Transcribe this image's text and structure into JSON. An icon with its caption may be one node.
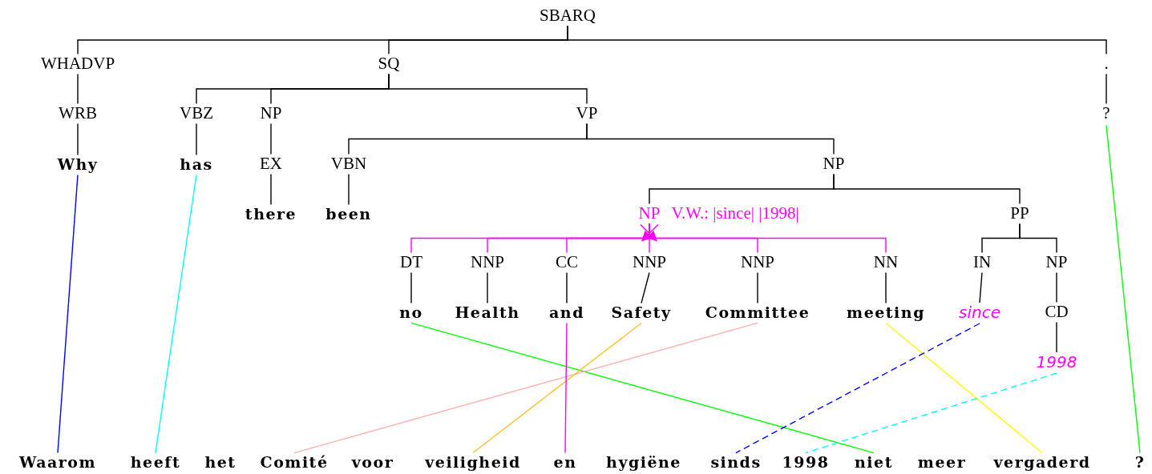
{
  "diagram": {
    "nodes": [
      {
        "text": [
          "SBARQ"
        ]
      },
      {
        "text": [
          "WHADVP"
        ]
      },
      {
        "text": [
          "SQ"
        ]
      },
      {
        "text": [
          "."
        ]
      },
      {
        "text": [
          "WRB"
        ]
      },
      {
        "text": [
          "VBZ"
        ]
      },
      {
        "text": [
          "NP"
        ]
      },
      {
        "text": [
          "VP"
        ]
      },
      {
        "text": [
          "?"
        ]
      },
      {
        "text": [
          "Why"
        ]
      },
      {
        "text": [
          "has"
        ]
      },
      {
        "text": [
          "EX"
        ]
      },
      {
        "text": [
          "VBN"
        ]
      },
      {
        "text": [
          "NP"
        ]
      },
      {
        "text": [
          "there"
        ]
      },
      {
        "text": [
          "been"
        ]
      },
      {
        "text": [
          "NP"
        ],
        "beside": [
          "V.W.: |since| |1998|"
        ]
      },
      {
        "text": [
          "PP"
        ]
      },
      {
        "text": [
          "DT"
        ]
      },
      {
        "text": [
          "NNP"
        ]
      },
      {
        "text": [
          "CC"
        ]
      },
      {
        "text": [
          "NNP"
        ]
      },
      {
        "text": [
          "NNP"
        ]
      },
      {
        "text": [
          "NN"
        ]
      },
      {
        "text": [
          "IN"
        ]
      },
      {
        "text": [
          "NP"
        ]
      },
      {
        "text": [
          "no"
        ]
      },
      {
        "text": [
          "Health"
        ]
      },
      {
        "text": [
          "and"
        ]
      },
      {
        "text": [
          "Safety"
        ]
      },
      {
        "text": [
          "Committee"
        ]
      },
      {
        "text": [
          "meeting"
        ]
      },
      {
        "text": [
          "since"
        ]
      },
      {
        "text": [
          "CD"
        ]
      },
      {
        "text": [
          "1998"
        ]
      },
      {
        "text": [
          "Waarom"
        ]
      },
      {
        "text": [
          "heeft"
        ]
      },
      {
        "text": [
          "het"
        ]
      },
      {
        "text": [
          "Comité"
        ]
      },
      {
        "text": [
          "voor"
        ]
      },
      {
        "text": [
          "veiligheid"
        ]
      },
      {
        "text": [
          "en"
        ]
      },
      {
        "text": [
          "hygiëne"
        ]
      },
      {
        "text": [
          "sinds"
        ]
      },
      {
        "text": [
          "1998"
        ]
      },
      {
        "text": [
          "niet"
        ]
      },
      {
        "text": [
          "meer"
        ]
      },
      {
        "text": [
          "vergaderd"
        ]
      },
      {
        "text": [
          "?"
        ]
      }
    ],
    "edges": [
      {
        "from": 0,
        "to": 1,
        "arrow": "none"
      },
      {
        "from": 0,
        "to": 2,
        "arrow": "none"
      },
      {
        "from": 0,
        "to": 3,
        "arrow": "none"
      },
      {
        "from": 1,
        "to": 4,
        "arrow": "none"
      },
      {
        "from": 2,
        "to": 5,
        "arrow": "none"
      },
      {
        "from": 2,
        "to": 6,
        "arrow": "none"
      },
      {
        "from": 2,
        "to": 7,
        "arrow": "none"
      },
      {
        "from": 3,
        "to": 8,
        "arrow": "none"
      },
      {
        "from": 4,
        "to": 9,
        "arrow": "none"
      },
      {
        "from": 5,
        "to": 10,
        "arrow": "none"
      },
      {
        "from": 6,
        "to": 11,
        "arrow": "none"
      },
      {
        "from": 7,
        "to": 12,
        "arrow": "none"
      },
      {
        "from": 7,
        "to": 13,
        "arrow": "none"
      },
      {
        "from": 11,
        "to": 14,
        "arrow": "none"
      },
      {
        "from": 12,
        "to": 15,
        "arrow": "none"
      },
      {
        "from": 13,
        "to": 16,
        "arrow": "none"
      },
      {
        "from": 13,
        "to": 17,
        "arrow": "none"
      },
      {
        "from": 16,
        "to": 18,
        "arrow": "none",
        "color": "#ff00ff"
      },
      {
        "from": 16,
        "to": 19,
        "arrow": "none",
        "color": "#ff00ff"
      },
      {
        "from": 16,
        "to": 20,
        "arrow": "none",
        "color": "#ff00ff"
      },
      {
        "from": 16,
        "to": 21,
        "arrow": "none",
        "color": "#ff00ff"
      },
      {
        "from": 16,
        "to": 22,
        "arrow": "none",
        "color": "#ff00ff"
      },
      {
        "from": 16,
        "to": 23,
        "arrow": "none",
        "color": "#ff00ff"
      },
      {
        "from": 17,
        "to": 24,
        "arrow": "none"
      },
      {
        "from": 17,
        "to": 25,
        "arrow": "none"
      },
      {
        "from": 18,
        "to": 26,
        "arrow": "none"
      },
      {
        "from": 19,
        "to": 27,
        "arrow": "none"
      },
      {
        "from": 20,
        "to": 28,
        "arrow": "none"
      },
      {
        "from": 21,
        "to": 29,
        "arrow": "none"
      },
      {
        "from": 22,
        "to": 30,
        "arrow": "none"
      },
      {
        "from": 23,
        "to": 31,
        "arrow": "none"
      },
      {
        "from": 24,
        "to": 32,
        "arrow": "none"
      },
      {
        "from": 25,
        "to": 33,
        "arrow": "none"
      },
      {
        "from": 33,
        "to": 34,
        "arrow": "none"
      },
      {
        "from": 9,
        "to": 35,
        "arrow": "none",
        "color": "#0000ff"
      },
      {
        "from": 10,
        "to": 36,
        "arrow": "none",
        "color": "#00ffff"
      },
      {
        "from": 26,
        "to": 45,
        "arrow": "none",
        "color": "#00ff00"
      },
      {
        "from": 30,
        "to": 38,
        "arrow": "none",
        "color": "#ffb0b0"
      },
      {
        "from": 29,
        "to": 40,
        "arrow": "none",
        "color": "#ffc020"
      },
      {
        "from": 28,
        "to": 41,
        "arrow": "none",
        "color": "#ff00ff"
      },
      {
        "from": 31,
        "to": 47,
        "arrow": "none",
        "color": "#ffff00"
      },
      {
        "from": 32,
        "to": 43,
        "arrow": "none",
        "style": "dashed",
        "color": "#0000ff"
      },
      {
        "from": 34,
        "to": 44,
        "arrow": "none",
        "style": "dashed",
        "color": "#00ffff"
      },
      {
        "from": 8,
        "to": 48,
        "arrow": "none",
        "color": "#00ff00"
      }
    ]
  }
}
